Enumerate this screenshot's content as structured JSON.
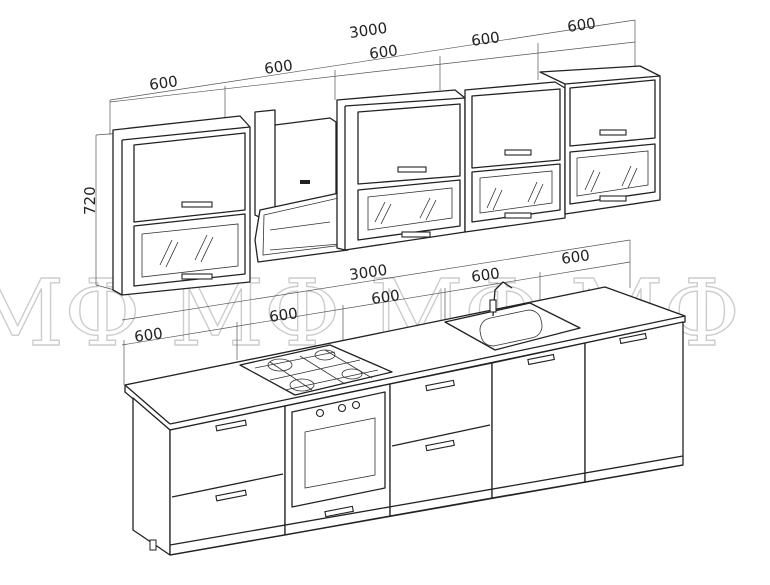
{
  "drawing": {
    "upper_row": {
      "total_width": "3000",
      "module_widths": [
        "600",
        "600",
        "600",
        "600",
        "600"
      ],
      "height": "720"
    },
    "lower_row": {
      "total_width": "3000",
      "module_widths": [
        "600",
        "600",
        "600",
        "600",
        "600"
      ]
    },
    "watermark": "МФ МФ МФ МФ М"
  }
}
